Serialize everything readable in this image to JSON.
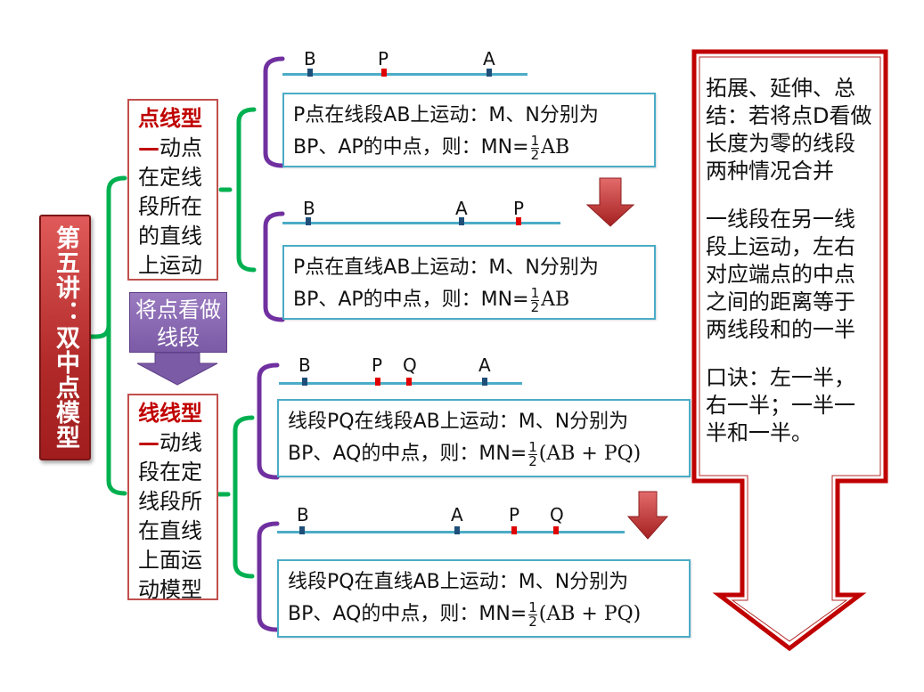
{
  "lecture_title": "第五讲：双中点模型",
  "point_line": {
    "keyword": "点线型",
    "dash": "—",
    "description": "动点在定线段所在的直线上运动"
  },
  "transform_arrow": {
    "label": "将点看做线段"
  },
  "segment_line": {
    "keyword": "线线型",
    "dash": "—",
    "description": "动线段在定线段所在直线上面运动模型"
  },
  "cases": [
    {
      "points": [
        "B",
        "P",
        "A"
      ],
      "text": "P点在线段AB上运动：M、N分别为",
      "text2": "BP、AP的中点，则：MN=",
      "frac_num": "1",
      "frac_den": "2",
      "formula": "AB"
    },
    {
      "points": [
        "B",
        "A",
        "P"
      ],
      "text": "P点在直线AB上运动：M、N分别为",
      "text2": "BP、AP的中点，则：MN=",
      "frac_num": "1",
      "frac_den": "2",
      "formula": "AB"
    },
    {
      "points": [
        "B",
        "P",
        "Q",
        "A"
      ],
      "text": "线段PQ在线段AB上运动：M、N分别为",
      "text2": "BP、AQ的中点，则：MN=",
      "frac_num": "1",
      "frac_den": "2",
      "formula": "(AB + PQ)"
    },
    {
      "points": [
        "B",
        "A",
        "P",
        "Q"
      ],
      "text": "线段PQ在直线AB上运动：M、N分别为",
      "text2": "BP、AQ的中点，则：MN=",
      "frac_num": "1",
      "frac_den": "2",
      "formula": "(AB + PQ)"
    }
  ],
  "summary": {
    "p1": "拓展、延伸、总结：若将点D看做长度为零的线段两种情况合并",
    "p2": "一线段在另一线段上运动，左右对应端点的中点之间的距离等于两线段和的一半",
    "p3": "口诀：左一半，右一半；一半一半和一半。"
  },
  "colors": {
    "title_red": "#b22a2a",
    "keyword_red": "#c00000",
    "bracket_green": "#00b050",
    "bracket_purple": "#7030a0",
    "line_blue": "#4bacc6",
    "arrow_purple": "#7b5aa6",
    "arrow_red": "#c0392b"
  }
}
